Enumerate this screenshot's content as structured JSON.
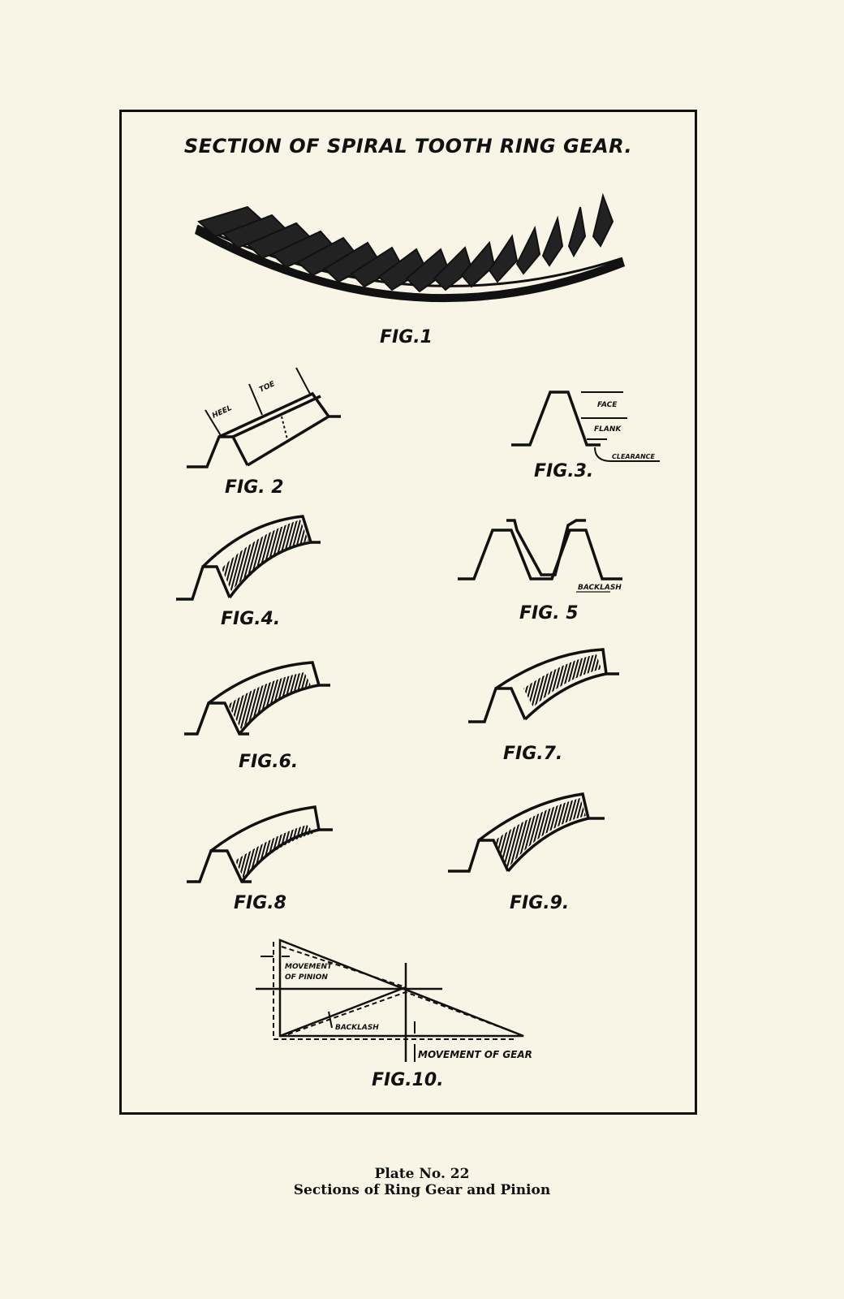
{
  "plate": {
    "title": "SECTION OF SPIRAL TOOTH RING GEAR.",
    "figures": [
      {
        "id": "fig1",
        "caption": "FIG.1"
      },
      {
        "id": "fig2",
        "caption": "FIG. 2",
        "labels": [
          "HEEL",
          "TOE"
        ]
      },
      {
        "id": "fig3",
        "caption": "FIG.3.",
        "labels": [
          "FACE",
          "FLANK",
          "CLEARANCE"
        ]
      },
      {
        "id": "fig4",
        "caption": "FIG.4."
      },
      {
        "id": "fig5",
        "caption": "FIG. 5",
        "labels": [
          "BACKLASH"
        ]
      },
      {
        "id": "fig6",
        "caption": "FIG.6."
      },
      {
        "id": "fig7",
        "caption": "FIG.7."
      },
      {
        "id": "fig8",
        "caption": "FIG.8"
      },
      {
        "id": "fig9",
        "caption": "FIG.9."
      },
      {
        "id": "fig10",
        "caption": "FIG.10.",
        "labels": [
          "MOVEMENT",
          "OF PINION",
          "BACKLASH",
          "MOVEMENT OF GEAR"
        ]
      }
    ]
  },
  "footer": {
    "line1": "Plate No. 22",
    "line2": "Sections of Ring Gear and Pinion"
  }
}
